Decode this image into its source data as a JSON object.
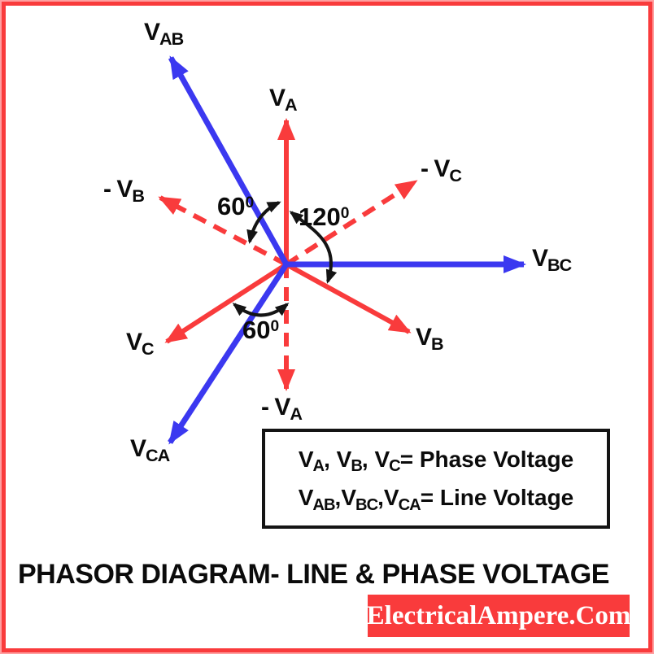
{
  "title": "PHASOR DIAGRAM- LINE & PHASE VOLTAGE",
  "watermark": "ElectricalAmpere.Com",
  "colors": {
    "red": "#f93b3c",
    "blue": "#3b38f0",
    "ink": "#0f0f0f",
    "banner_bg": "#f93b3c",
    "banner_text": "#ffffff",
    "frame_outer": "#ff9fa0",
    "frame_inner": "#f93b3c"
  },
  "phasors": {
    "va": {
      "main": "V",
      "sub": "A"
    },
    "vb": {
      "main": "V",
      "sub": "B"
    },
    "vc": {
      "main": "V",
      "sub": "C"
    },
    "neg_va": {
      "main": "- V",
      "sub": "A"
    },
    "neg_vb": {
      "main": "- V",
      "sub": "B"
    },
    "neg_vc": {
      "main": "- V",
      "sub": "C"
    },
    "vab": {
      "main": "V",
      "sub": "AB"
    },
    "vbc": {
      "main": "V",
      "sub": "BC"
    },
    "vca": {
      "main": "V",
      "sub": "CA"
    }
  },
  "angles": {
    "between_va_negvb": {
      "value": "60",
      "sup": "0"
    },
    "between_va_vb": {
      "value": "120",
      "sup": "0"
    },
    "between_vc_negva": {
      "value": "60",
      "sup": "0"
    }
  },
  "legend": {
    "line1": {
      "t1": {
        "main": "V",
        "sub": "A"
      },
      "sep1": ", ",
      "t2": {
        "main": "V",
        "sub": "B"
      },
      "sep2": ", ",
      "t3": {
        "main": "V",
        "sub": "C"
      },
      "eq": "= Phase Voltage"
    },
    "line2": {
      "t1": {
        "main": "V",
        "sub": "AB"
      },
      "sep1": ",",
      "t2": {
        "main": "V",
        "sub": "BC"
      },
      "sep2": ",",
      "t3": {
        "main": "V",
        "sub": "CA"
      },
      "eq": "= Line Voltage"
    }
  },
  "diagram": {
    "vectors": [
      {
        "label": "V_A",
        "kind": "phase voltage",
        "style": "solid red",
        "direction_deg": 90
      },
      {
        "label": "V_B",
        "kind": "phase voltage",
        "style": "solid red",
        "direction_deg": -30
      },
      {
        "label": "V_C",
        "kind": "phase voltage",
        "style": "solid red",
        "direction_deg": 210
      },
      {
        "label": "-V_A",
        "kind": "negative phase voltage",
        "style": "dashed red",
        "direction_deg": 270
      },
      {
        "label": "-V_B",
        "kind": "negative phase voltage",
        "style": "dashed red",
        "direction_deg": 150
      },
      {
        "label": "-V_C",
        "kind": "negative phase voltage",
        "style": "dashed red",
        "direction_deg": 30
      },
      {
        "label": "V_AB",
        "kind": "line voltage",
        "style": "solid blue",
        "direction_deg": 120
      },
      {
        "label": "V_BC",
        "kind": "line voltage",
        "style": "solid blue",
        "direction_deg": 0
      },
      {
        "label": "V_CA",
        "kind": "line voltage",
        "style": "solid blue",
        "direction_deg": 240
      }
    ],
    "angle_annotations": [
      {
        "value": "60°",
        "between": "V_A and -V_B"
      },
      {
        "value": "120°",
        "between": "V_A and V_B"
      },
      {
        "value": "60°",
        "between": "V_C and -V_A"
      }
    ]
  }
}
